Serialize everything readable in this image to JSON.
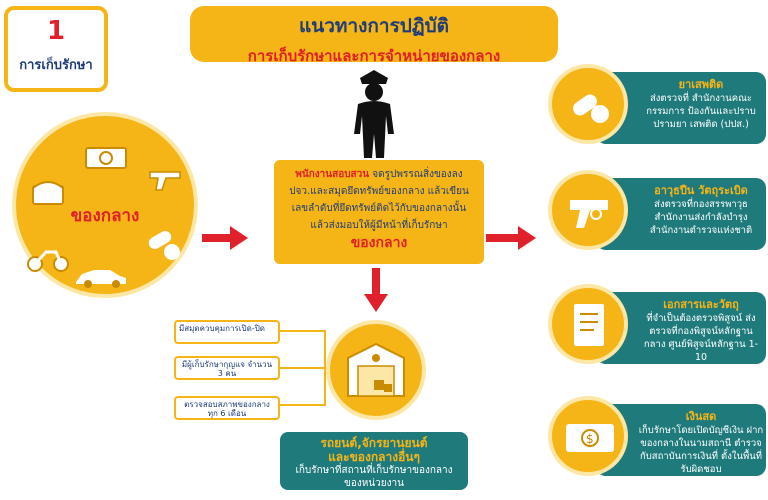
{
  "step": {
    "number": "1",
    "label": "การเก็บรักษา"
  },
  "title": {
    "line1": "แนวทางการปฏิบัติ",
    "line2": "การเก็บรักษาและการจำหน่ายของกลาง"
  },
  "left_circle": {
    "label": "ของกลาง"
  },
  "center": {
    "lead": "พนักงานสอบสวน",
    "line1_rest": " จดรูปพรรณสิ่งของลง",
    "line2": "ปจว.และสมุดยึดทรัพย์ของกลาง แล้วเขียน",
    "line3": "เลขลำดับที่ยึดทรัพย์ติดไว้กับของกลางนั้น",
    "line4": "แล้วส่งมอบให้ผู้มีหน้าที่เก็บรักษา",
    "bottom": "ของกลาง"
  },
  "checklist": [
    "มีสมุดควบคุมการเปิด-ปิด",
    "มีผู้เก็บรักษากุญแจ จำนวน 3 คน",
    "ตรวจสอบสภาพของกลาง ทุก 6 เดือน"
  ],
  "bottom_box": {
    "title1": "รถยนต์,จักรยานยนต์",
    "title2": "และของกลางอื่นๆ",
    "body1": "เก็บรักษาที่สถานที่เก็บรักษาของกลาง",
    "body2": "ของหน่วยงาน"
  },
  "right_cards": [
    {
      "title": "ยาเสพติด",
      "body": "ส่งตรวจที่ สำนักงานคณะกรรมการ ป้องกันและปราบปรามยา เสพติด (ปปส.)",
      "icon": "pills-icon"
    },
    {
      "title": "อาวุธปืน วัตถุระเบิด",
      "body": "ส่งตรวจที่กองสรรพาวุธ สำนักงานส่งกำลังบำรุง สำนักงานตำรวจแห่งชาติ",
      "icon": "gun-icon"
    },
    {
      "title": "เอกสารและวัตถุ",
      "body": "ที่จำเป็นต้องตรวจพิสูจน์ ส่ง ตรวจที่กองพิสูจน์หลักฐาน กลาง ศูนย์พิสูจน์หลักฐาน 1-10",
      "icon": "document-icon"
    },
    {
      "title": "เงินสด",
      "body": "เก็บรักษาโดยเปิดบัญชีเงิน ฝากของกลางในนามสถานี ตำรวจ กับสถาบันการเงินที่ ตั้งในพื้นที่รับผิดชอบ",
      "icon": "cash-icon"
    }
  ],
  "colors": {
    "yellow": "#f6b516",
    "teal": "#1f7a7c",
    "red": "#e0202a",
    "navy": "#1f3d7a"
  }
}
